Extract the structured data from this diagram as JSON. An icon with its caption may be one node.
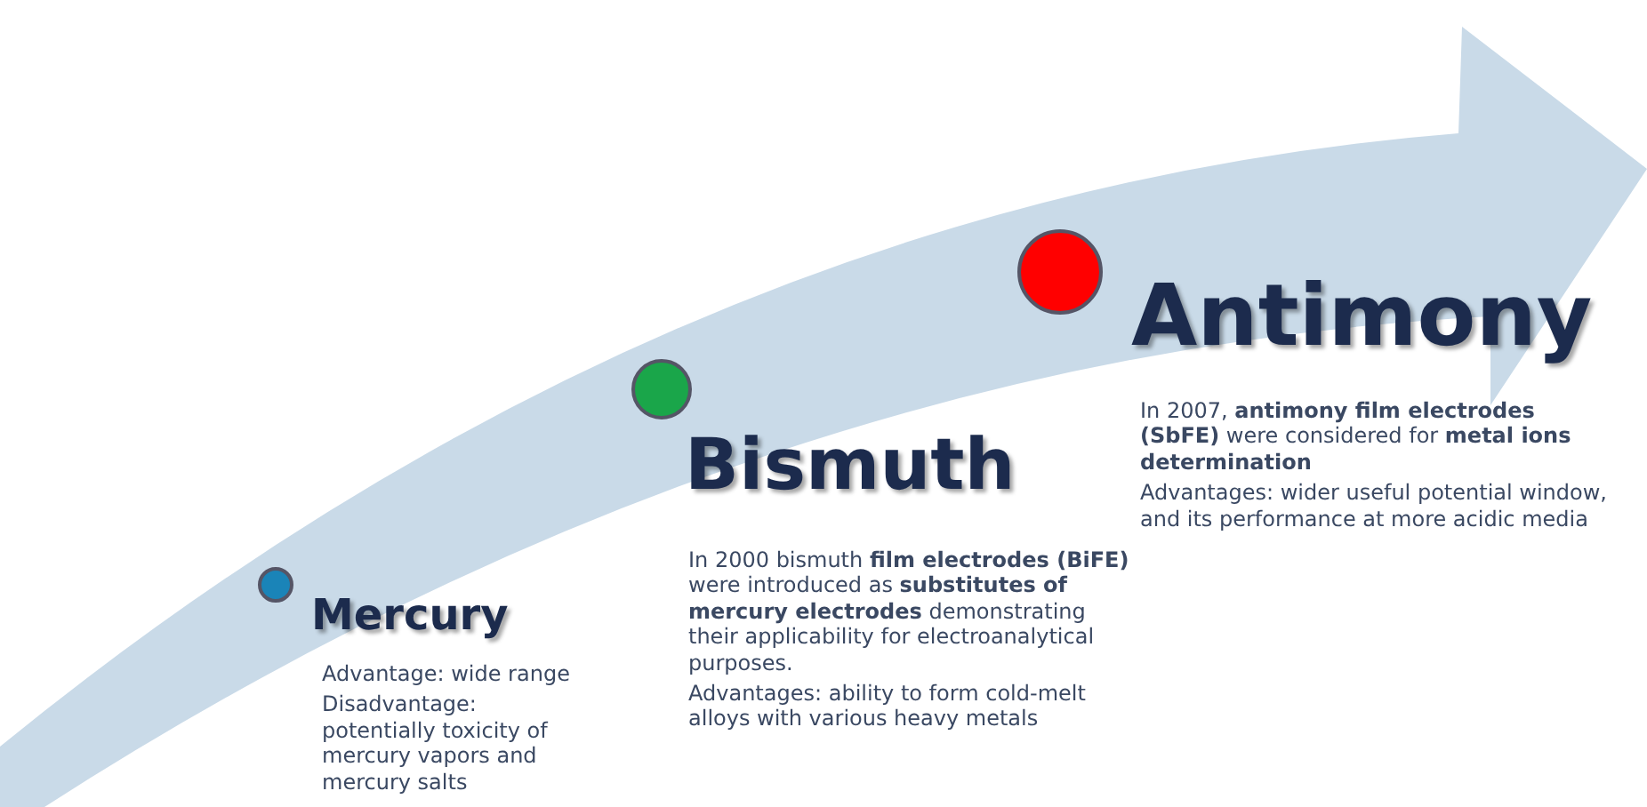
{
  "diagram": {
    "nodes": [
      {
        "text": [],
        "shape": "circle",
        "beside": [
          "Mercury",
          "Advantage: wide range",
          "Disadvantage: potentially toxicity of mercury vapors and mercury salts"
        ]
      },
      {
        "text": [],
        "shape": "circle",
        "beside": [
          "Bismuth",
          "In 2000 bismuth **film electrodes (BiFE)** were introduced as **substitutes of mercury electrodes** demonstrating their applicability for electroanalytical purposes.",
          "Advantages: ability to form cold-melt alloys with various heavy metals"
        ]
      },
      {
        "text": [],
        "shape": "circle",
        "beside": [
          "Antimony",
          "In 2007, **antimony film electrodes (SbFE)** were considered for **metal ions determination**",
          "Advantages: wider useful potential window, and its performance at more acidic media"
        ]
      }
    ]
  }
}
